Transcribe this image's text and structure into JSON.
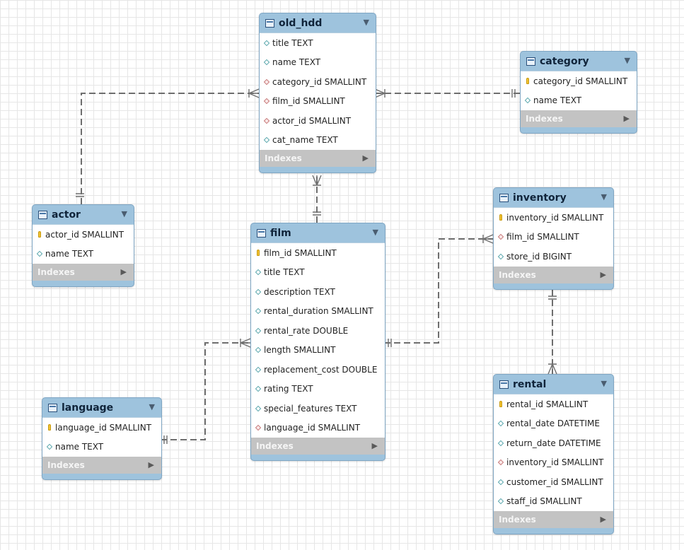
{
  "diagram": {
    "tables": [
      {
        "id": "old_hdd",
        "name": "old_hdd",
        "columns": [
          {
            "text": "title TEXT",
            "kind": "plain"
          },
          {
            "text": "name TEXT",
            "kind": "plain"
          },
          {
            "text": "category_id SMALLINT",
            "kind": "fk"
          },
          {
            "text": "film_id SMALLINT",
            "kind": "fk"
          },
          {
            "text": "actor_id SMALLINT",
            "kind": "fk"
          },
          {
            "text": "cat_name TEXT",
            "kind": "plain"
          }
        ],
        "indexes_label": "Indexes"
      },
      {
        "id": "category",
        "name": "category",
        "columns": [
          {
            "text": "category_id SMALLINT",
            "kind": "pk"
          },
          {
            "text": "name TEXT",
            "kind": "plain"
          }
        ],
        "indexes_label": "Indexes"
      },
      {
        "id": "actor",
        "name": "actor",
        "columns": [
          {
            "text": "actor_id SMALLINT",
            "kind": "pk"
          },
          {
            "text": "name TEXT",
            "kind": "plain"
          }
        ],
        "indexes_label": "Indexes"
      },
      {
        "id": "film",
        "name": "film",
        "columns": [
          {
            "text": "film_id SMALLINT",
            "kind": "pk"
          },
          {
            "text": "title TEXT",
            "kind": "plain"
          },
          {
            "text": "description TEXT",
            "kind": "plain"
          },
          {
            "text": "rental_duration SMALLINT",
            "kind": "plain"
          },
          {
            "text": "rental_rate DOUBLE",
            "kind": "plain"
          },
          {
            "text": "length SMALLINT",
            "kind": "plain"
          },
          {
            "text": "replacement_cost DOUBLE",
            "kind": "plain"
          },
          {
            "text": "rating TEXT",
            "kind": "plain"
          },
          {
            "text": "special_features TEXT",
            "kind": "plain"
          },
          {
            "text": "language_id SMALLINT",
            "kind": "fk"
          }
        ],
        "indexes_label": "Indexes"
      },
      {
        "id": "inventory",
        "name": "inventory",
        "columns": [
          {
            "text": "inventory_id SMALLINT",
            "kind": "pk"
          },
          {
            "text": "film_id SMALLINT",
            "kind": "fk"
          },
          {
            "text": "store_id BIGINT",
            "kind": "plain"
          }
        ],
        "indexes_label": "Indexes"
      },
      {
        "id": "language",
        "name": "language",
        "columns": [
          {
            "text": "language_id SMALLINT",
            "kind": "pk"
          },
          {
            "text": "name TEXT",
            "kind": "plain"
          }
        ],
        "indexes_label": "Indexes"
      },
      {
        "id": "rental",
        "name": "rental",
        "columns": [
          {
            "text": "rental_id SMALLINT",
            "kind": "pk"
          },
          {
            "text": "rental_date DATETIME",
            "kind": "plain"
          },
          {
            "text": "return_date DATETIME",
            "kind": "plain"
          },
          {
            "text": "inventory_id SMALLINT",
            "kind": "fk"
          },
          {
            "text": "customer_id SMALLINT",
            "kind": "plain"
          },
          {
            "text": "staff_id SMALLINT",
            "kind": "plain"
          }
        ],
        "indexes_label": "Indexes"
      }
    ],
    "relationships": [
      {
        "one": "actor",
        "many": "old_hdd"
      },
      {
        "one": "category",
        "many": "old_hdd"
      },
      {
        "one": "film",
        "many": "old_hdd"
      },
      {
        "one": "film",
        "many": "inventory"
      },
      {
        "one": "language",
        "many": "film"
      },
      {
        "one": "inventory",
        "many": "rental"
      }
    ],
    "colors": {
      "table_header": "#9ec3dd",
      "indexes_bar": "#c3c3c3",
      "connector": "#6e6e6e",
      "grid": "#e6e6e6"
    }
  }
}
